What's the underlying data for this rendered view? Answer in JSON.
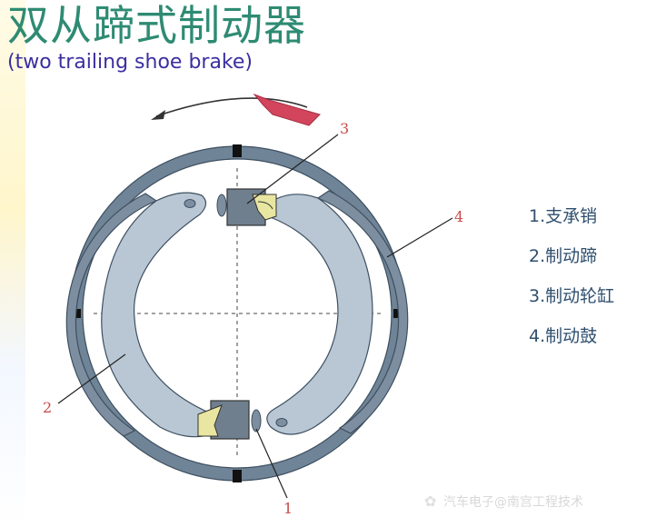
{
  "title": {
    "chinese": "双从蹄式制动器",
    "english": "(two trailing shoe brake)"
  },
  "callouts": [
    "1",
    "2",
    "3",
    "4"
  ],
  "legend": [
    "1.支承销",
    "2.制动蹄",
    "3.制动轮缸",
    "4.制动鼓"
  ],
  "watermark": "汽车电子@南宫工程技术",
  "colors": {
    "title": "#2e8b73",
    "subtitle": "#3a2fa0",
    "drum": "#6f8496",
    "shoe": "#b9c7d4",
    "lining": "#7c8e9f",
    "arrow": "#d2455c",
    "legend": "#2f4f6f",
    "callout": "#c84a4a"
  },
  "icons": [
    "rotation-arrow-icon",
    "watermark-chat-icon"
  ]
}
